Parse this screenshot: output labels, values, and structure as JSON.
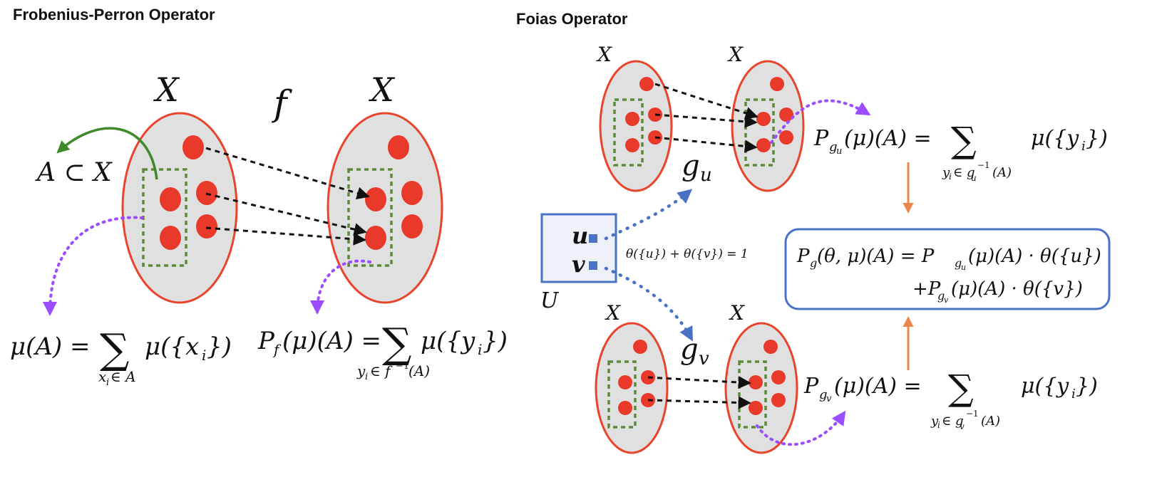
{
  "left_panel": {
    "title": "Frobenius-Perron Operator",
    "set_label_left": "X",
    "set_label_right": "X",
    "map_label": "f",
    "subset_label": "A ⊂ X",
    "measure_formula": {
      "lhs": "μ(A) =",
      "sum": "∑",
      "term": "μ({x",
      "sub_i": "i",
      "close": "})",
      "below": "x",
      "below_rest": "∈ A"
    },
    "pf_formula": {
      "P": "P",
      "sub": "f",
      "rest": "(μ)(A) =",
      "sum": "∑",
      "term": "μ({y",
      "sub_i": "i",
      "close": "})",
      "below": "y",
      "below_rest": "∈ f",
      "sup": "−1",
      "below_tail": "(A)"
    }
  },
  "right_panel": {
    "title": "Foias Operator",
    "set_label": "X",
    "map_u": "g",
    "map_u_sub": "u",
    "map_v": "g",
    "map_v_sub": "v",
    "control_set_label": "U",
    "control_u": "u",
    "control_v": "v",
    "theta_constraint": "θ({u}) + θ({v}) = 1",
    "pgu_formula": {
      "P": "P",
      "sub": "g",
      "subsub": "u",
      "rest": "(μ)(A) =",
      "sum": "∑",
      "term": "μ({y",
      "sub_i": "i",
      "close": "})",
      "below": "y",
      "below_rest": "∈ g",
      "below_sub": "u",
      "sup": "−1",
      "below_tail": "(A)"
    },
    "pgv_formula": {
      "P": "P",
      "sub": "g",
      "subsub": "v",
      "rest": "(μ)(A) =",
      "sum": "∑",
      "term": "μ({y",
      "sub_i": "i",
      "close": "})",
      "below": "y",
      "below_rest": "∈ g",
      "below_sub": "v",
      "sup": "−1",
      "below_tail": "(A)"
    },
    "pg_box_line1": {
      "P": "P",
      "sub": "g",
      "a": "(θ, μ)(A) = P",
      "b_sub": "g",
      "b_subsub": "u",
      "c": "(μ)(A) · θ({u})"
    },
    "pg_box_line2": {
      "a": "+P",
      "b_sub": "g",
      "b_subsub": "v",
      "c": "(μ)(A) · θ({v})"
    }
  },
  "colors": {
    "ellipse_fill": "#e0e0e0",
    "ellipse_stroke": "#e8452c",
    "dot": "#e8392a",
    "subset_box": "#5d8a3a",
    "green_arrow": "#3e8a2a",
    "purple_arrow": "#9b4dff",
    "blue_arrow": "#4a72c4",
    "orange_arrow": "#e8884a",
    "box_border": "#4a72c4"
  }
}
